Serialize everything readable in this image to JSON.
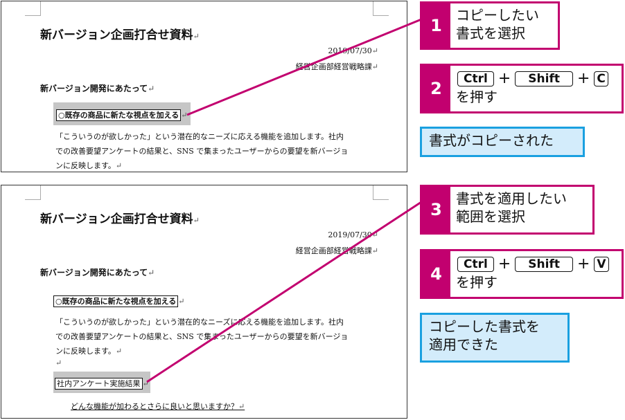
{
  "doc1": {
    "title": "新バージョン企画打合せ資料",
    "date": "2019/07/30",
    "dept": "経営企画部経営戦略課",
    "section_heading": "新バージョン開発にあたって",
    "bullet_heading": "○既存の商品に新たな視点を加える",
    "body_lines": [
      "「こういうのが欲しかった」という潜在的なニーズに応える機能を追加します。社内",
      "での改善要望アンケートの結果と、SNS で集まったユーザーからの要望を新バージョ",
      "ンに反映します。"
    ]
  },
  "doc2": {
    "title": "新バージョン企画打合せ資料",
    "date": "2019/07/30",
    "dept": "経営企画部経営戦略課",
    "section_heading": "新バージョン開発にあたって",
    "bullet_heading": "○既存の商品に新たな視点を加える",
    "body_lines": [
      "「こういうのが欲しかった」という潜在的なニーズに応える機能を追加します。社内",
      "での改善要望アンケートの結果と、SNS で集まったユーザーからの要望を新バージョ",
      "ンに反映します。"
    ],
    "target_heading": "社内アンケート実施結果",
    "question": "どんな機能が加わるとさらに良いと思いますか？"
  },
  "marks": {
    "para": "↵"
  },
  "steps": {
    "s1": {
      "num": "1",
      "line1": "コピーしたい",
      "line2": "書式を選択"
    },
    "s2": {
      "num": "2",
      "key1": "Ctrl",
      "key2": "Shift",
      "key3": "C",
      "plus": "+",
      "line2": "を押す"
    },
    "r1": {
      "text": "書式がコピーされた"
    },
    "s3": {
      "num": "3",
      "line1": "書式を適用したい",
      "line2": "範囲を選択"
    },
    "s4": {
      "num": "4",
      "key1": "Ctrl",
      "key2": "Shift",
      "key3": "V",
      "plus": "+",
      "line2": "を押す"
    },
    "r2": {
      "line1": "コピーした書式を",
      "line2": "適用できた"
    }
  },
  "colors": {
    "accent": "#c2006f",
    "result_bg": "#d3ecfb",
    "result_border": "#1aa0e0",
    "highlight": "#c6c6c6"
  }
}
